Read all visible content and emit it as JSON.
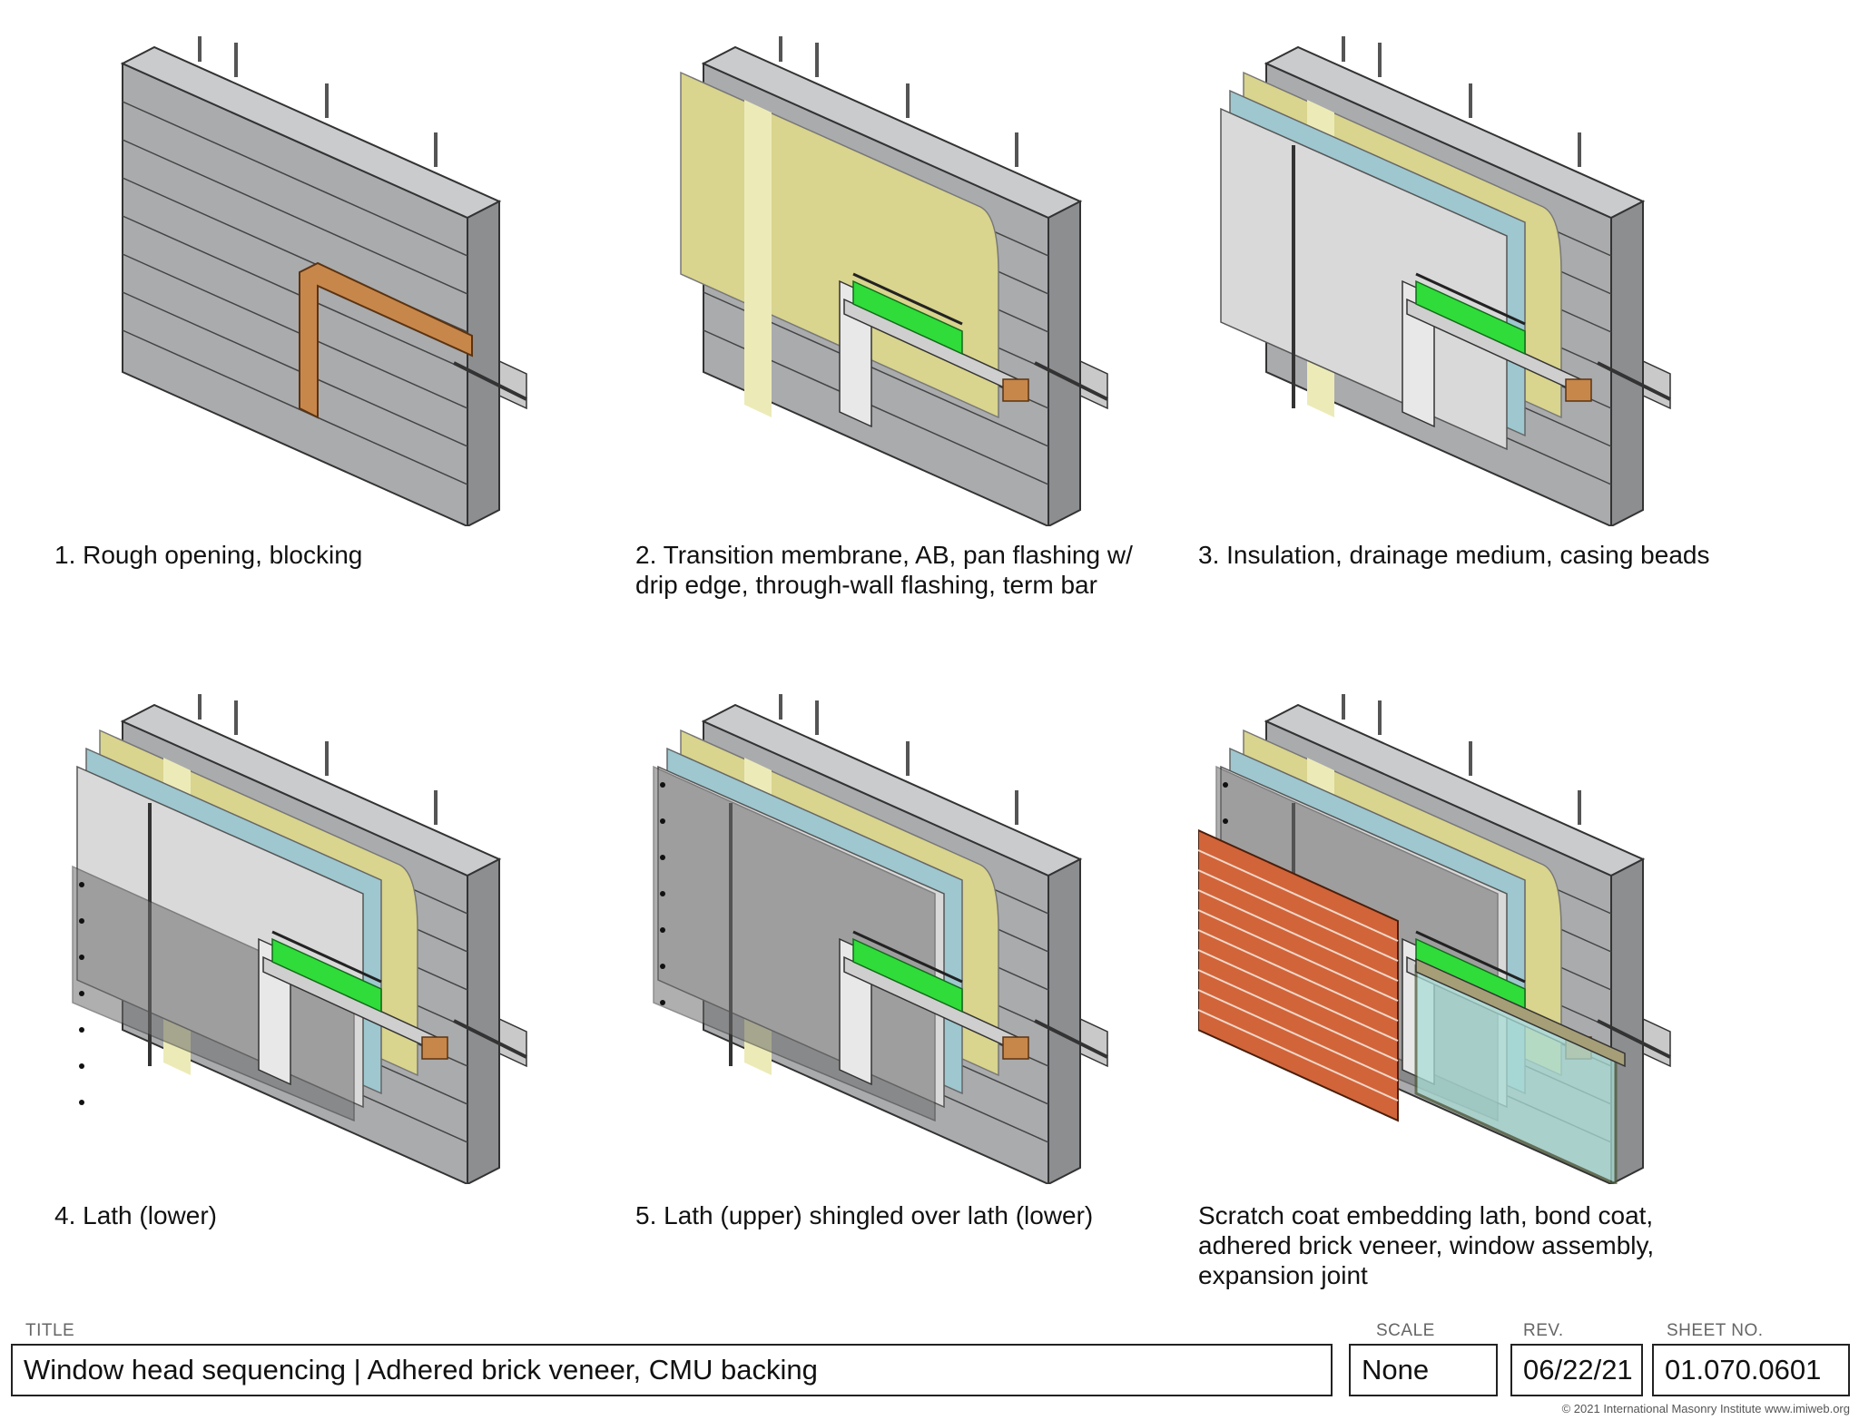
{
  "panels": [
    {
      "caption": "1. Rough opening, blocking",
      "stage": 1
    },
    {
      "caption": "2. Transition membrane, AB, pan flashing w/\ndrip edge, through-wall flashing, term bar",
      "stage": 2
    },
    {
      "caption": "3. Insulation, drainage medium, casing beads",
      "stage": 3
    },
    {
      "caption": "4. Lath (lower)",
      "stage": 4
    },
    {
      "caption": "5. Lath (upper) shingled over lath (lower)",
      "stage": 5
    },
    {
      "caption": "Scratch coat embedding lath, bond coat,\nadhered brick veneer, window assembly,\nexpansion joint",
      "stage": 6
    }
  ],
  "title_block": {
    "title_label": "TITLE",
    "title": "Window head sequencing | Adhered brick veneer, CMU backing",
    "scale_label": "SCALE",
    "scale": "None",
    "rev_label": "REV.",
    "rev": "06/22/21",
    "sheet_label": "SHEET NO.",
    "sheet": "01.070.0601"
  },
  "copyright": "© 2021 International Masonry Institute  www.imiweb.org",
  "colors": {
    "cmu": "#a9abad",
    "cmu_dark": "#8c8e90",
    "cmu_top": "#c9cbcd",
    "membrane": "#d9d48e",
    "membrane_light": "#ecebb8",
    "insulation": "#9ec7cf",
    "drainage": "#d9d9d9",
    "lath": "#6e6e6e",
    "flashing": "#2fdc3a",
    "blocking": "#c8874a",
    "brick": "#d2643a",
    "glass": "#a9ddd6"
  }
}
